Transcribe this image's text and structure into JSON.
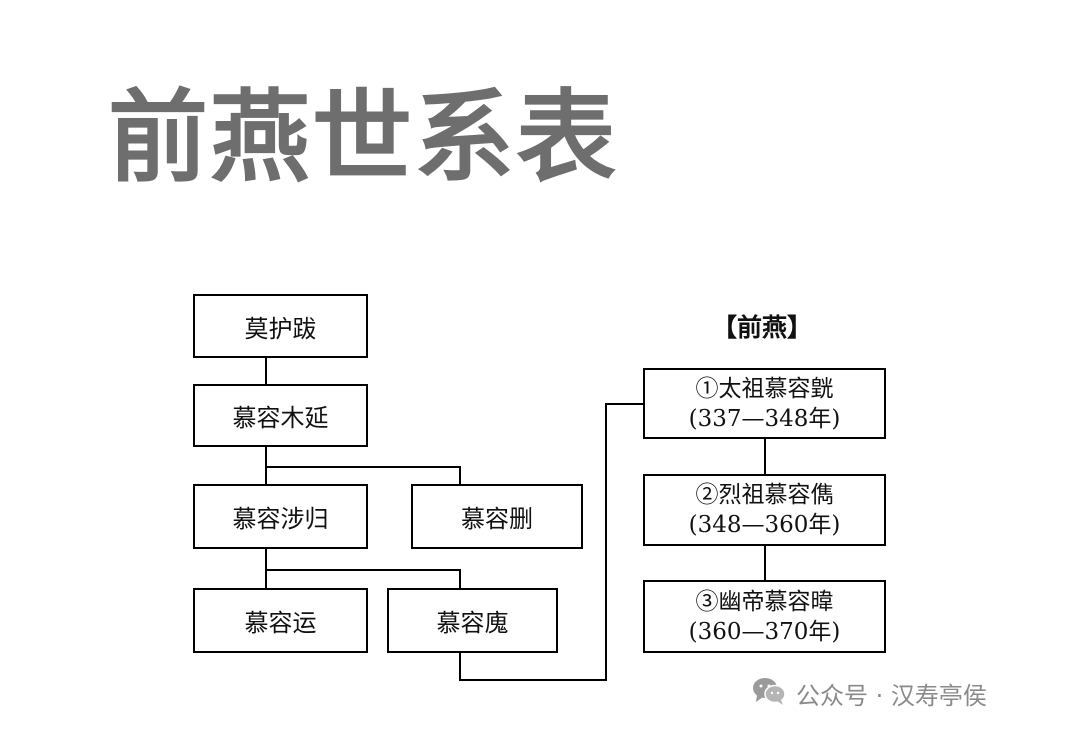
{
  "title": "前燕世系表",
  "section_label": "【前燕】",
  "nodes": {
    "mohuba": "莫护跋",
    "murong_muyan": "慕容木延",
    "murong_shegui": "慕容涉归",
    "murong_shan": "慕容删",
    "murong_yun": "慕容运",
    "murong_hui": "慕容廆"
  },
  "rulers": [
    {
      "name": "①太祖慕容皝",
      "reign": "(337—348年)"
    },
    {
      "name": "②烈祖慕容儁",
      "reign": "(348—360年)"
    },
    {
      "name": "③幽帝慕容暐",
      "reign": "(360—370年)"
    }
  ],
  "watermark": "公众号 · 汉寿亭侯"
}
